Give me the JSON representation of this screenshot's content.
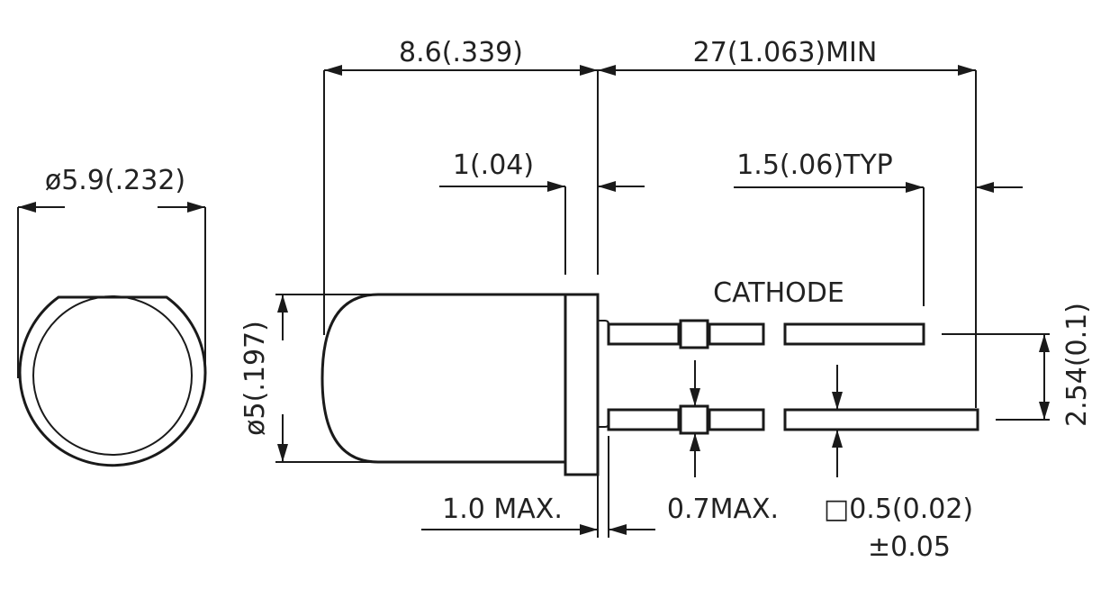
{
  "labels": {
    "end_diameter": "ø5.9(.232)",
    "body_length": "8.6(.339)",
    "lead_length_min": "27(1.063)MIN",
    "flange_thickness": "1(.04)",
    "lead_offset_typ": "1.5(.06)TYP",
    "cathode": "CATHODE",
    "body_diameter": "ø5(.197)",
    "lead_spacing": "2.54(0.1)",
    "flange_max": "1.0  MAX.",
    "lead_bulge_max": "0.7MAX.",
    "lead_size": "□0.5(0.02)",
    "lead_tolerance": "±0.05"
  },
  "colors": {
    "line": "#1a1a1a",
    "text": "#222222",
    "background": "#ffffff"
  }
}
